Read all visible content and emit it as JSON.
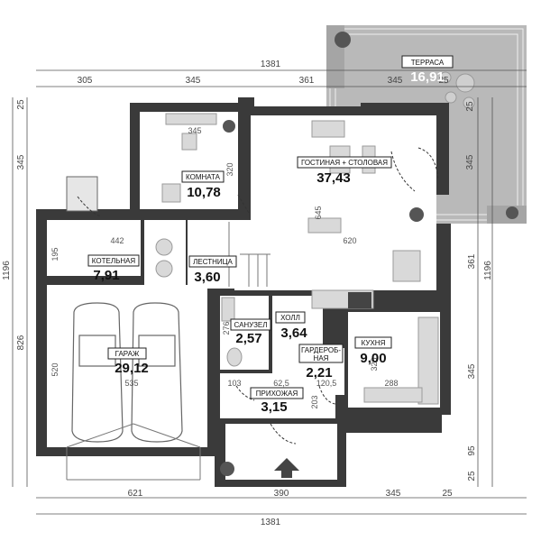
{
  "dimensions": {
    "top_total": "1381",
    "top_segments": [
      "305",
      "345",
      "361",
      "345",
      "25"
    ],
    "bottom_total": "1381",
    "bottom_segments": [
      "621",
      "390",
      "345",
      "25"
    ],
    "left_outer": "1196",
    "left_segments": [
      "25",
      "345",
      "826"
    ],
    "right_outer": "1196",
    "right_segments": [
      "361",
      "345",
      "95",
      "25"
    ],
    "right_inner": [
      "345",
      "25"
    ],
    "inner": {
      "komnata_w": "345",
      "komnata_h": "320",
      "gostinaya_h": "645",
      "gostinaya_w": "620",
      "kotelnaya_w": "442",
      "kotelnaya_h": "195",
      "garazh_h": "520",
      "garazh_w": "535",
      "sanuzel_h": "276",
      "prikhozhaya_a": "103",
      "prikhozhaya_b": "62,5",
      "garderob_w": "120,5",
      "garderob_h": "203",
      "kukhnya_h": "320",
      "kukhnya_w": "288",
      "terrace_a": "345",
      "terrace_b": "25"
    }
  },
  "rooms": [
    {
      "name": "ТЕРРАСА",
      "area": "16,91"
    },
    {
      "name": "КОМНАТА",
      "area": "10,78"
    },
    {
      "name": "ГОСТИНАЯ + СТОЛОВАЯ",
      "area": "37,43"
    },
    {
      "name": "КОТЕЛЬНАЯ",
      "area": "7,91"
    },
    {
      "name": "ЛЕСТНИЦА",
      "area": "3,60"
    },
    {
      "name": "САНУЗЕЛ",
      "area": "2,57"
    },
    {
      "name": "ХОЛЛ",
      "area": "3,64"
    },
    {
      "name": "ГАРАЖ",
      "area": "29,12"
    },
    {
      "name": "ГАРДЕРОБ-",
      "name2": "НАЯ",
      "area": "2,21"
    },
    {
      "name": "КУХНЯ",
      "area": "9,00"
    },
    {
      "name": "ПРИХОЖАЯ",
      "area": "3,15"
    }
  ],
  "colors": {
    "wall": "#3a3a3a",
    "terrace": "#b9b9b9",
    "furniture": "#d9d9d9"
  }
}
